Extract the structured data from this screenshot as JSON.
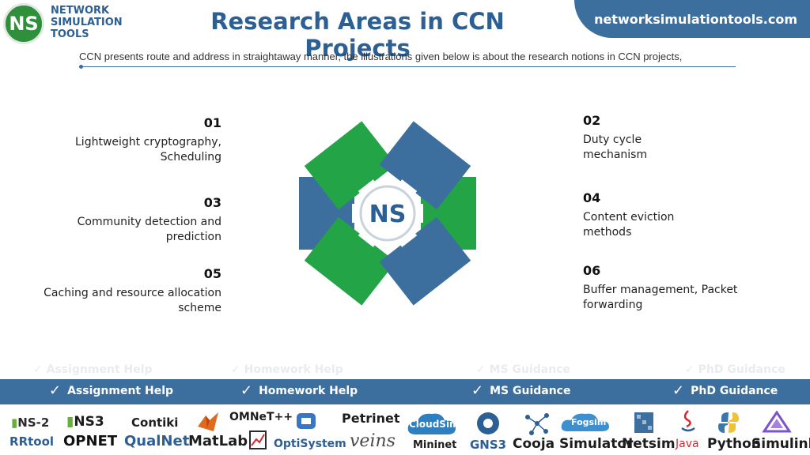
{
  "header": {
    "logo_mark": "NS",
    "logo_line1": "NETWORK",
    "logo_line2": "SIMULATION",
    "logo_line3": "TOOLS",
    "title": "Research Areas in CCN Projects",
    "site": "networksimulationtools.com"
  },
  "intro": "CCN presents route and address in straightaway manner, the illustrations given below is about the research notions in CCN projects,",
  "items": [
    {
      "num": "01",
      "text_1": "Lightweight cryptography,",
      "text_2": "Scheduling"
    },
    {
      "num": "02",
      "text_1": "Duty cycle",
      "text_2": "mechanism"
    },
    {
      "num": "03",
      "text_1": "Community detection and",
      "text_2": "prediction"
    },
    {
      "num": "04",
      "text_1": "Content eviction",
      "text_2": "methods"
    },
    {
      "num": "05",
      "text_1": "Caching and resource allocation",
      "text_2": "scheme"
    },
    {
      "num": "06",
      "text_1": "Buffer management, Packet",
      "text_2": "forwarding"
    }
  ],
  "center_mark": "NS",
  "services": [
    "Assignment Help",
    "Homework Help",
    "MS Guidance",
    "PhD Guidance"
  ],
  "tools": [
    "NS-2",
    "NS3",
    "Contiki",
    "OMNeT++",
    "Petrinet",
    "CloudSim",
    "Fogsim",
    "Rtool",
    "OPNET",
    "QualNet",
    "MatLab",
    "OptiSystem",
    "veins",
    "Mininet",
    "GNS3",
    "Cooja Simulator",
    "Netsim",
    "Java",
    "Python",
    "Simulink"
  ],
  "colors": {
    "blue": "#3d6f9e",
    "green": "#22a447",
    "title": "#2c5f93"
  }
}
